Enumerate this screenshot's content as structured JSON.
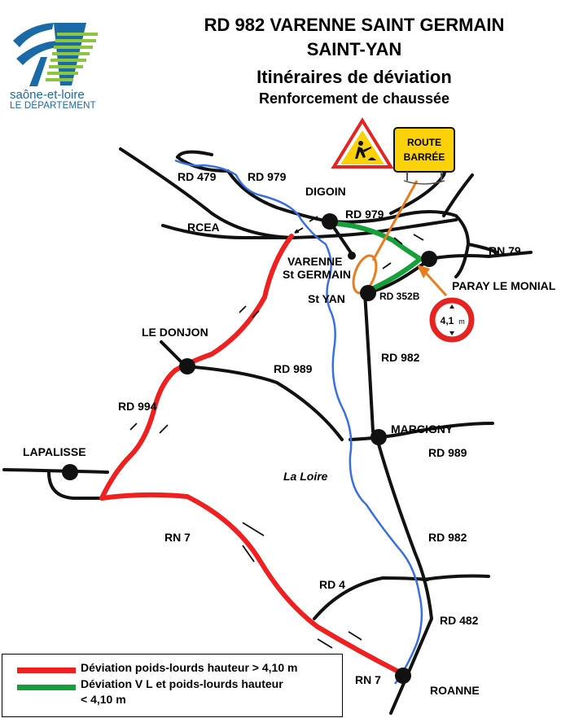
{
  "header": {
    "title_line1": "RD 982 VARENNE SAINT GERMAIN",
    "title_line2": "SAINT-YAN",
    "title_line3": "Itinéraires de déviation",
    "title_line4": "Renforcement de chaussée"
  },
  "logo": {
    "name_line1": "saône-et-loire",
    "name_line2": "LE DÉPARTEMENT",
    "colors": {
      "blue": "#1a6aa8",
      "green": "#8cc63f"
    }
  },
  "signs": {
    "route_barree": [
      "ROUTE",
      "BARRÉE"
    ],
    "height_limit": "4,1",
    "height_unit": "m"
  },
  "places": {
    "digoin": "DIGOIN",
    "varenne_line1": "VARENNE",
    "varenne_line2": "St GERMAIN",
    "st_yan": "St YAN",
    "paray": "PARAY LE MONIAL",
    "le_donjon": "LE DONJON",
    "marcigny": "MARCIGNY",
    "lapalisse": "LAPALISSE",
    "roanne": "ROANNE",
    "river": "La Loire"
  },
  "roads": {
    "rd479": "RD 479",
    "rd979_west": "RD 979",
    "rd979_east": "RD 979",
    "rcea": "RCEA",
    "rn79": "RN 79",
    "rd352b": "RD 352B",
    "rd982_north": "RD 982",
    "rd989_west": "RD 989",
    "rd989_east": "RD 989",
    "rd994": "RD 994",
    "rn7_west": "RN 7",
    "rd982_south": "RD 982",
    "rd4": "RD 4",
    "rd482": "RD 482",
    "rn7_south": "RN 7"
  },
  "legend": {
    "red_label": "Déviation poids-lourds hauteur > 4,10 m",
    "green_label_line1": "Déviation V L et poids-lourds hauteur",
    "green_label_line2": "< 4,10 m"
  },
  "colors": {
    "heavy_detour": "#f02020",
    "light_detour": "#16a03c",
    "river": "#3a6fe0",
    "road": "#111111",
    "closure_marker": "#e87d1e"
  }
}
